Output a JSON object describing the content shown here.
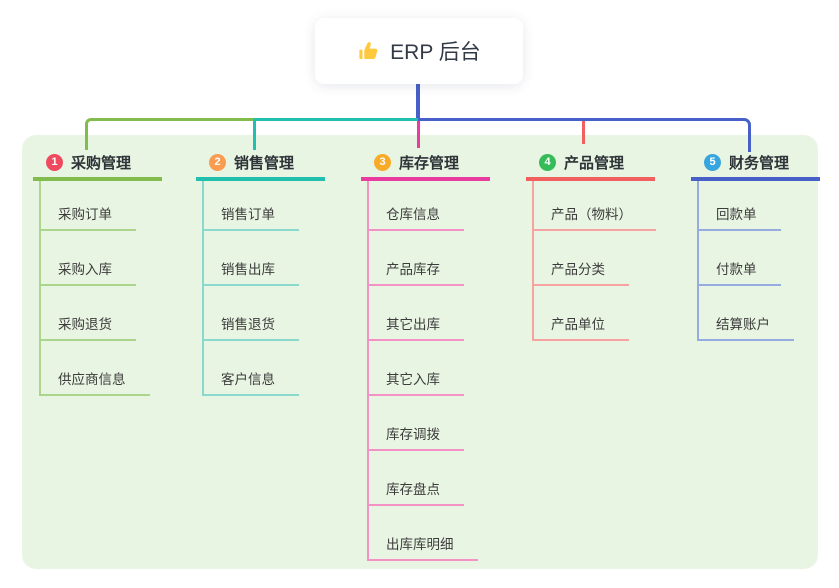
{
  "root": {
    "label": "ERP 后台",
    "icon": "thumbs-up",
    "icon_color": "#FFC83D",
    "stem_color": "#4660C8"
  },
  "panel_color": "#E9F5E3",
  "branches": [
    {
      "number": "1",
      "label": "采购管理",
      "badge_color": "#EF4A60",
      "line_color": "#82BC4C",
      "child_line_color": "#ABD48D",
      "children": [
        "采购订单",
        "采购入库",
        "采购退货",
        "供应商信息"
      ]
    },
    {
      "number": "2",
      "label": "销售管理",
      "badge_color": "#F99C50",
      "line_color": "#20BFAE",
      "child_line_color": "#8BD9CE",
      "children": [
        "销售订单",
        "销售出库",
        "销售退货",
        "客户信息"
      ]
    },
    {
      "number": "3",
      "label": "库存管理",
      "badge_color": "#F7AB28",
      "line_color": "#E83D9E",
      "child_line_color": "#F492C8",
      "children": [
        "仓库信息",
        "产品库存",
        "其它出库",
        "其它入库",
        "库存调拨",
        "库存盘点",
        "出库库明细"
      ]
    },
    {
      "number": "4",
      "label": "产品管理",
      "badge_color": "#35BC58",
      "line_color": "#F25F5F",
      "child_line_color": "#F6A3A1",
      "children": [
        "产品（物料）",
        "产品分类",
        "产品单位"
      ]
    },
    {
      "number": "5",
      "label": "财务管理",
      "badge_color": "#38A6DE",
      "line_color": "#4660C8",
      "child_line_color": "#96ABE0",
      "children": [
        "回款单",
        "付款单",
        "结算账户"
      ]
    }
  ]
}
